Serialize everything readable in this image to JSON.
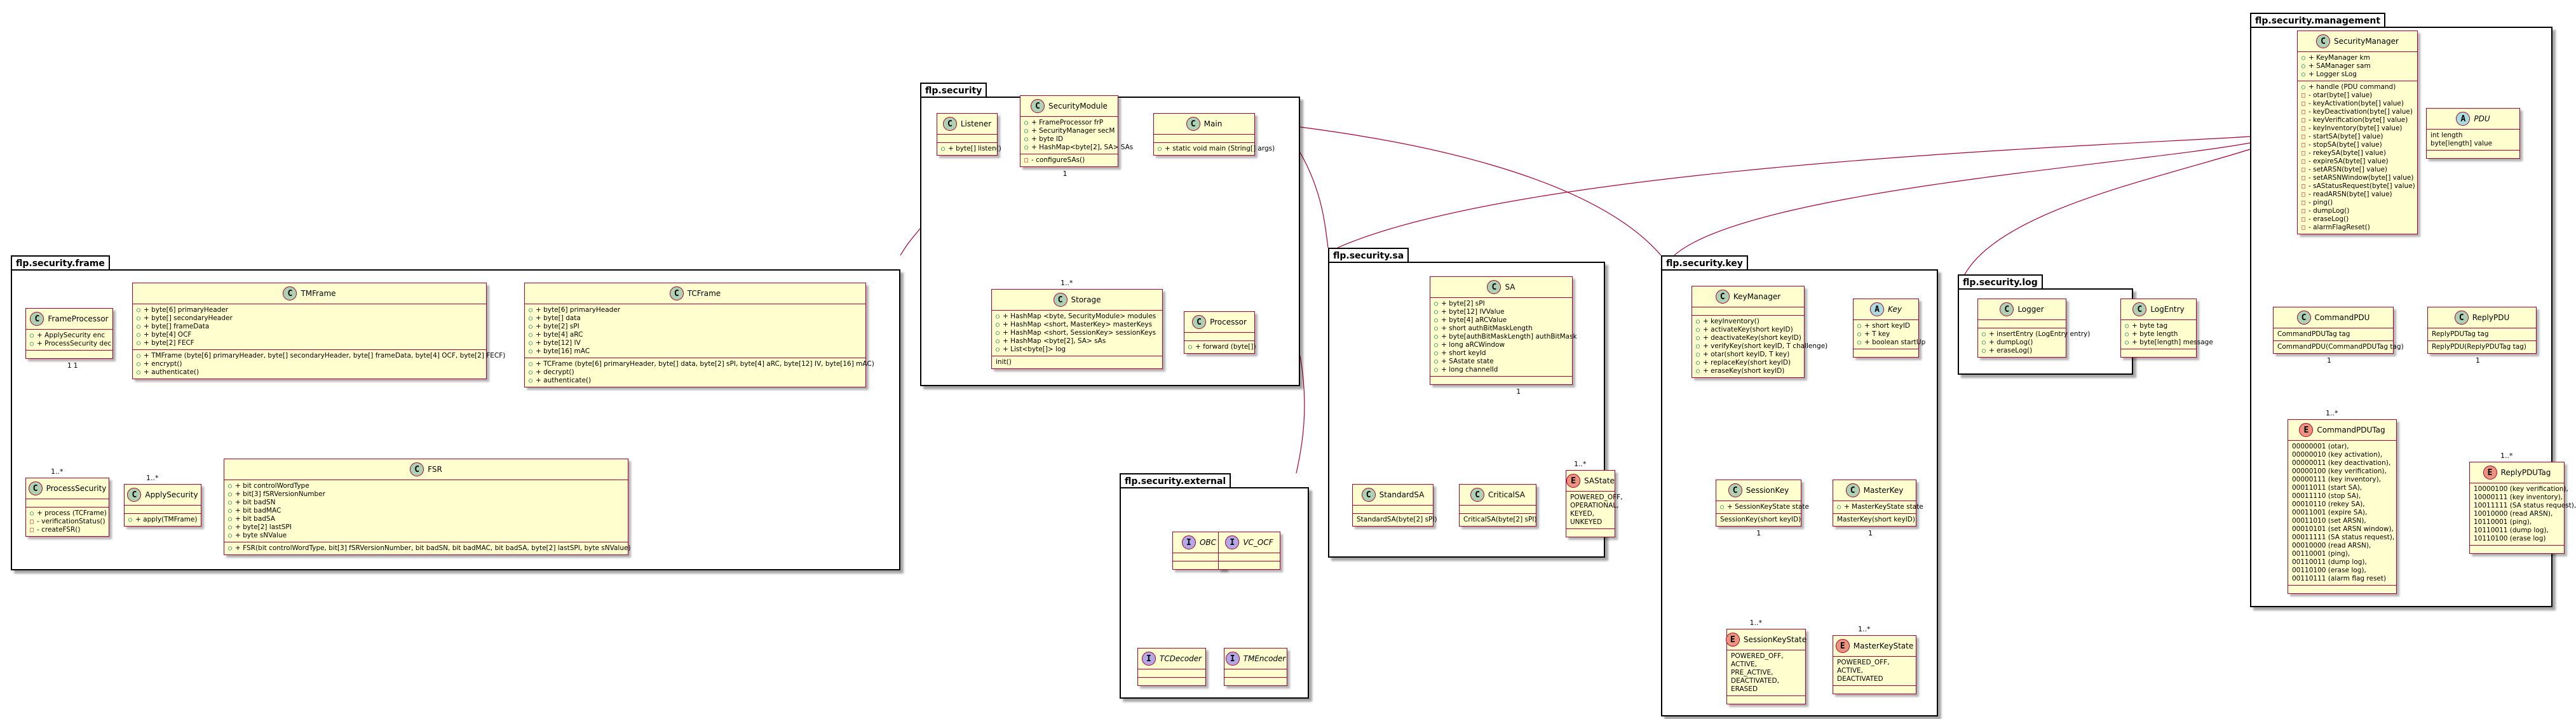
{
  "colors": {
    "border": "#a80036",
    "fill": "#fefece",
    "connector": "#a80036"
  },
  "packages": {
    "frame": "flp.security.frame",
    "security": "flp.security",
    "external": "flp.security.external",
    "sa": "flp.security.sa",
    "key": "flp.security.key",
    "log": "flp.security.log",
    "management": "flp.security.management"
  },
  "classes": {
    "FrameProcessor": {
      "name": "FrameProcessor",
      "fields": [
        "+ ApplySecurity enc",
        "+ ProcessSecurity dec"
      ],
      "methods": []
    },
    "TMFrame": {
      "name": "TMFrame",
      "fields": [
        "+ byte[6] primaryHeader",
        "+ byte[] secondaryHeader",
        "+ byte[] frameData",
        "+ byte[4] OCF",
        "+ byte[2] FECF"
      ],
      "methods": [
        "+ TMFrame (byte[6] primaryHeader, byte[] secondaryHeader, byte[] frameData, byte[4] OCF, byte[2] FECF)",
        "+ encrypt()",
        "+ authenticate()"
      ]
    },
    "TCFrame": {
      "name": "TCFrame",
      "fields": [
        "+ byte[6] primaryHeader",
        "+ byte[] data",
        "+ byte[2] sPI",
        "+ byte[4] aRC",
        "+ byte[12] IV",
        "+ byte[16] mAC"
      ],
      "methods": [
        "+ TCFrame (byte[6] primaryHeader, byte[] data, byte[2] sPI, byte[4] aRC, byte[12] IV, byte[16] mAC)",
        "+ decrypt()",
        "+ authenticate()"
      ]
    },
    "ProcessSecurity": {
      "name": "ProcessSecurity",
      "fields": [],
      "methods": [
        "+ process (TCFrame)",
        "- verificationStatus()",
        "- createFSR()"
      ]
    },
    "ApplySecurity": {
      "name": "ApplySecurity",
      "fields": [],
      "methods": [
        "+ apply(TMFrame)"
      ]
    },
    "FSR": {
      "name": "FSR",
      "fields": [
        "+ bit controlWordType",
        "+ bit[3] fSRVersionNumber",
        "+ bit badSN",
        "+ bit badMAC",
        "+ bit badSA",
        "+ byte[2] lastSPI",
        "+ byte sNValue"
      ],
      "methods": [
        "+ FSR(bit controlWordType, bit[3] fSRVersionNumber, bit badSN, bit badMAC, bit badSA, byte[2] lastSPI, byte sNValue)"
      ]
    },
    "Listener": {
      "name": "Listener",
      "fields": [],
      "methods": [
        "+ byte[] listen()"
      ]
    },
    "SecurityModule": {
      "name": "SecurityModule",
      "fields": [
        "+ FrameProcessor frP",
        "+ SecurityManager secM",
        "+ byte ID",
        "+ HashMap<byte[2], SA> SAs"
      ],
      "methods": [
        "- configureSAs()"
      ]
    },
    "Main": {
      "name": "Main",
      "fields": [],
      "methods": [
        "+ static void main (String[] args)"
      ]
    },
    "Storage": {
      "name": "Storage",
      "fields": [
        "+ HashMap <byte, SecurityModule> modules",
        "+ HashMap <short, MasterKey> masterKeys",
        "+ HashMap <short, SessionKey> sessionKeys",
        "+ HashMap <byte[2], SA> sAs",
        "+ List<byte[]> log"
      ],
      "methods": [
        "init()"
      ]
    },
    "Processor": {
      "name": "Processor",
      "fields": [],
      "methods": [
        "+ forward (byte[])"
      ]
    },
    "OBC": {
      "name": "OBC"
    },
    "VC_OCF": {
      "name": "VC_OCF"
    },
    "TCDecoder": {
      "name": "TCDecoder"
    },
    "TMEncoder": {
      "name": "TMEncoder"
    },
    "SA": {
      "name": "SA",
      "fields": [
        "+ byte[2] sPI",
        "+ byte[12] IVValue",
        "+ byte[4] aRCValue",
        "+ short authBitMaskLength",
        "+ byte[authBitMaskLength] authBitMask",
        "+ long aRCWindow",
        "+ short keyId",
        "+ SAstate state",
        "+ long channelId"
      ],
      "methods": []
    },
    "StandardSA": {
      "name": "StandardSA",
      "fields": [],
      "methods": [
        "StandardSA(byte[2] sPI)"
      ]
    },
    "CriticalSA": {
      "name": "CriticalSA",
      "fields": [],
      "methods": [
        "CriticalSA(byte[2] sPI)"
      ]
    },
    "SAState": {
      "name": "SAState",
      "values": [
        "POWERED_OFF,",
        "OPERATIONAL,",
        "KEYED,",
        "UNKEYED"
      ]
    },
    "KeyManager": {
      "name": "KeyManager",
      "fields": [],
      "methods": [
        "+ keyInventory()",
        "+ activateKey(short keyID)",
        "+ deactivateKey(short keyID)",
        "+ verifyKey(short keyID, T challenge)",
        "+ otar(short keyID, T key)",
        "+ replaceKey(short keyID)",
        "+ eraseKey(short keyID)"
      ]
    },
    "Key": {
      "name": "Key",
      "fields": [
        "+ short keyID",
        "+ T key",
        "+ boolean startUp"
      ],
      "methods": []
    },
    "SessionKey": {
      "name": "SessionKey",
      "fields": [
        "+ SessionKeyState state"
      ],
      "methods": [
        "SessionKey(short keyID)"
      ]
    },
    "MasterKey": {
      "name": "MasterKey",
      "fields": [
        "+ MasterKeyState state"
      ],
      "methods": [
        "MasterKey(short keyID)"
      ]
    },
    "SessionKeyState": {
      "name": "SessionKeyState",
      "values": [
        "POWERED_OFF,",
        "ACTIVE,",
        "PRE_ACTIVE,",
        "DEACTIVATED,",
        "ERASED"
      ]
    },
    "MasterKeyState": {
      "name": "MasterKeyState",
      "values": [
        "POWERED_OFF,",
        "ACTIVE,",
        "DEACTIVATED"
      ]
    },
    "Logger": {
      "name": "Logger",
      "fields": [],
      "methods": [
        "+ insertEntry (LogEntry entry)",
        "+ dumpLog()",
        "+ eraseLog()"
      ]
    },
    "LogEntry": {
      "name": "LogEntry",
      "fields": [
        "+ byte tag",
        "+ byte length",
        "+ byte[length] message"
      ],
      "methods": []
    },
    "SecurityManager": {
      "name": "SecurityManager",
      "fields": [
        "+ KeyManager km",
        "+ SAManager sam",
        "+ Logger sLog"
      ],
      "methods": [
        "+ handle (PDU command)",
        "- otar(byte[] value)",
        "- keyActivation(byte[] value)",
        "- keyDeactivation(byte[] value)",
        "- keyVerification(byte[] value)",
        "- keyInventory(byte[] value)",
        "- startSA(byte[] value)",
        "- stopSA(byte[] value)",
        "- rekeySA(byte[] value)",
        "- expireSA(byte[] value)",
        "- setARSN(byte[] value)",
        "- setARSNWindow(byte[] value)",
        "- sAStatusRequest(byte[] value)",
        "- readARSN(byte[] value)",
        "- ping()",
        "- dumpLog()",
        "- eraseLog()",
        "- alarmFlagReset()"
      ]
    },
    "PDU": {
      "name": "PDU",
      "fields": [
        "int length",
        "byte[length] value"
      ],
      "methods": []
    },
    "CommandPDU": {
      "name": "CommandPDU",
      "fields": [
        "CommandPDUTag tag"
      ],
      "methods": [
        "CommandPDU(CommandPDUTag tag)"
      ]
    },
    "ReplyPDU": {
      "name": "ReplyPDU",
      "fields": [
        "ReplyPDUTag tag"
      ],
      "methods": [
        "ReplyPDU(ReplyPDUTag tag)"
      ]
    },
    "CommandPDUTag": {
      "name": "CommandPDUTag",
      "values": [
        "00000001 (otar),",
        "00000010 (key activation),",
        "00000011 (key deactivation),",
        "00000100 (key verification),",
        "00000111 (key inventory),",
        "00011011 (start SA),",
        "00011110 (stop SA),",
        "00010110 (rekey SA),",
        "00011001 (expire SA),",
        "00011010 (set ARSN),",
        "00010101 (set ARSN window),",
        "00011111 (SA status request),",
        "00010000 (read ARSN),",
        "00110001 (ping),",
        "00110011 (dump log),",
        "00110100 (erase log),",
        "00110111 (alarm flag reset)"
      ]
    },
    "ReplyPDUTag": {
      "name": "ReplyPDUTag",
      "values": [
        "10000100 (key verification),",
        "10000111 (key inventory),",
        "10011111 (SA status request),",
        "10010000 (read ARSN),",
        "10110001 (ping),",
        "10110011 (dump log),",
        "10110100 (erase log)"
      ]
    }
  },
  "multiplicities": {
    "one": "1",
    "many": "1..*"
  }
}
